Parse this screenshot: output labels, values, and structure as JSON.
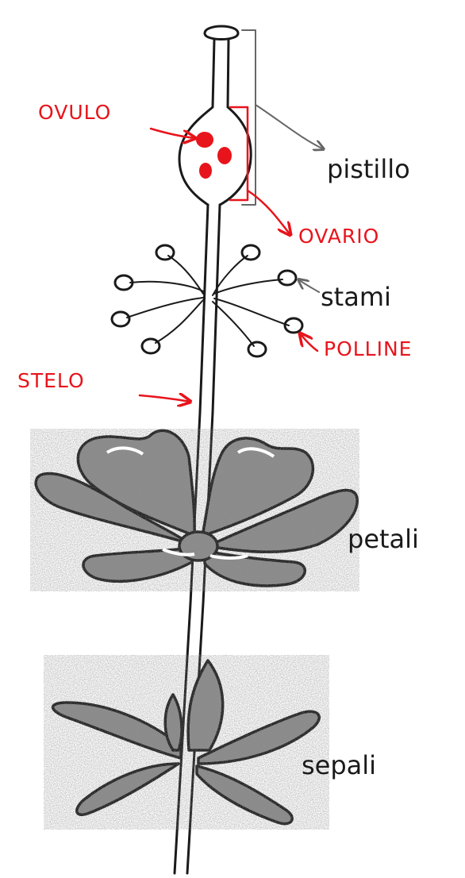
{
  "labels": {
    "pistillo": "pistillo",
    "stami": "stami",
    "petali": "petali",
    "sepali": "sepali",
    "ovulo": "OVULO",
    "ovario": "OVARIO",
    "polline": "POLLINE",
    "stelo": "STELO"
  },
  "colors": {
    "ink": "#1a1a1a",
    "annotation_red": "#e8141c",
    "bracket_gray": "#666666",
    "petal_fill": "#8a8a8a",
    "ovule_red": "#e8141c"
  }
}
